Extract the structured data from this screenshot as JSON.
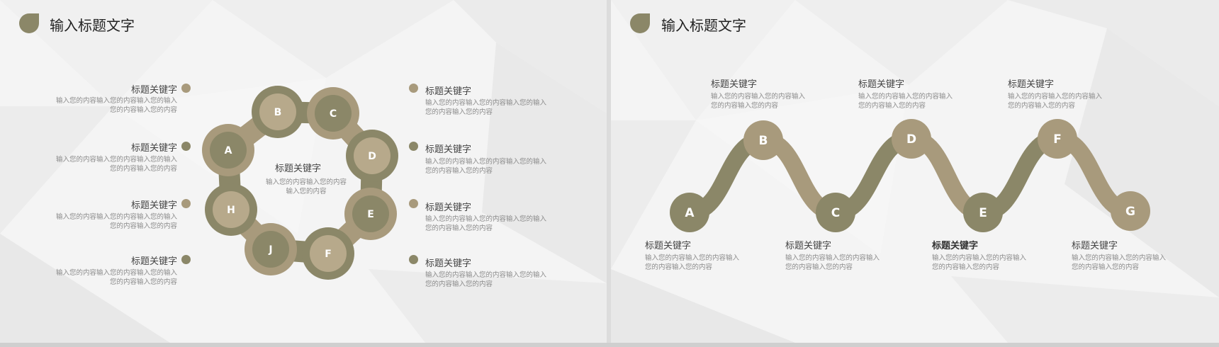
{
  "colors": {
    "olive": "#8b8768",
    "tan": "#a89a7c",
    "tan_light": "#b7a98b",
    "text": "#444444",
    "muted": "#8a8a8a"
  },
  "slide1": {
    "title": "输入标题文字",
    "center": {
      "keyword": "标题关键字",
      "body": "输入您的内容输入您的内容\n输入您的内容"
    },
    "nodes": [
      "A",
      "B",
      "C",
      "D",
      "E",
      "F",
      "J",
      "H"
    ],
    "left_items": [
      {
        "keyword": "标题关键字",
        "body": "输入您的内容输入您的内容输入您的输入\n您的内容输入您的内容"
      },
      {
        "keyword": "标题关键字",
        "body": "输入您的内容输入您的内容输入您的输入\n您的内容输入您的内容"
      },
      {
        "keyword": "标题关键字",
        "body": "输入您的内容输入您的内容输入您的输入\n您的内容输入您的内容"
      },
      {
        "keyword": "标题关键字",
        "body": "输入您的内容输入您的内容输入您的输入\n您的内容输入您的内容"
      }
    ],
    "right_items": [
      {
        "keyword": "标题关键字",
        "body": "输入您的内容输入您的内容输入您的输入\n您的内容输入您的内容"
      },
      {
        "keyword": "标题关键字",
        "body": "输入您的内容输入您的内容输入您的输入\n您的内容输入您的内容"
      },
      {
        "keyword": "标题关键字",
        "body": "输入您的内容输入您的内容输入您的输入\n您的内容输入您的内容"
      },
      {
        "keyword": "标题关键字",
        "body": "输入您的内容输入您的内容输入您的输入\n您的内容输入您的内容"
      }
    ]
  },
  "slide2": {
    "title": "输入标题文字",
    "nodes": [
      "A",
      "B",
      "C",
      "D",
      "E",
      "F",
      "G"
    ],
    "top_items": [
      {
        "keyword": "标题关键字",
        "body": "输入您的内容输入您的内容输入\n您的内容输入您的内容"
      },
      {
        "keyword": "标题关键字",
        "body": "输入您的内容输入您的内容输入\n您的内容输入您的内容"
      },
      {
        "keyword": "标题关键字",
        "body": "输入您的内容输入您的内容输入\n您的内容输入您的内容"
      }
    ],
    "bottom_items": [
      {
        "keyword": "标题关键字",
        "body": "输入您的内容输入您的内容输入\n您的内容输入您的内容"
      },
      {
        "keyword": "标题关键字",
        "body": "输入您的内容输入您的内容输入\n您的内容输入您的内容"
      },
      {
        "keyword": "标题关键字",
        "body": "输入您的内容输入您的内容输入\n您的内容输入您的内容"
      },
      {
        "keyword": "标题关键字",
        "body": "输入您的内容输入您的内容输入\n您的内容输入您的内容"
      }
    ]
  }
}
